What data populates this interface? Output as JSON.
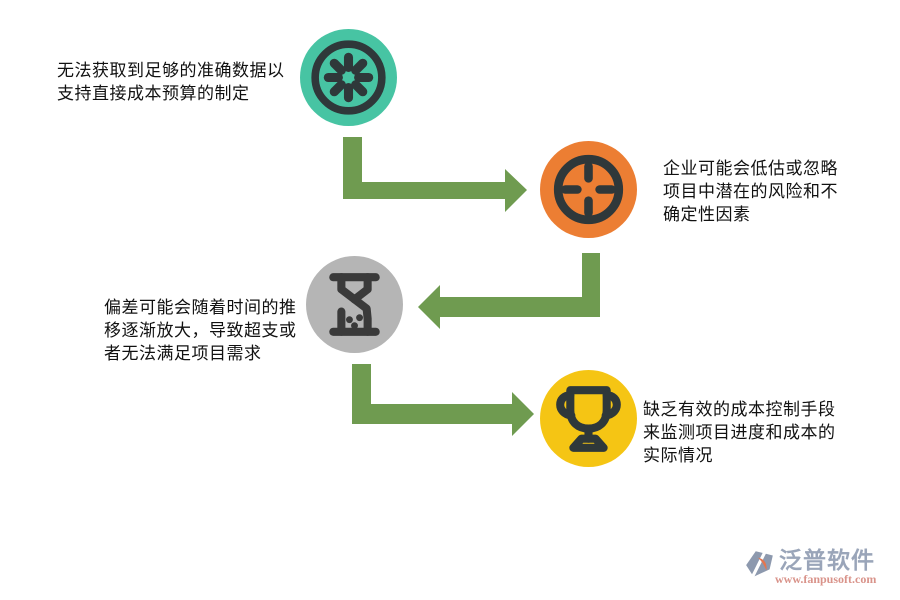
{
  "canvas": {
    "background": "#ffffff"
  },
  "steps": [
    {
      "icon": "kiwi-slice-icon",
      "circle_color": "#47c4a3",
      "icon_color": "#2f383a",
      "text": "无法获取到足够的准确数据以\n支持直接成本预算的制定",
      "text_side": "left"
    },
    {
      "icon": "target-icon",
      "circle_color": "#ec7e33",
      "icon_color": "#2f383a",
      "text": "企业可能会低估或忽略\n项目中潜在的风险和不\n确定性因素",
      "text_side": "right"
    },
    {
      "icon": "hourglass-icon",
      "circle_color": "#b5b5b5",
      "icon_color": "#3a3a3a",
      "text": "偏差可能会随着时间的推\n移逐渐放大，导致超支或\n者无法满足项目需求",
      "text_side": "left"
    },
    {
      "icon": "trophy-icon",
      "circle_color": "#f5c514",
      "icon_color": "#2f383a",
      "text": "缺乏有效的成本控制手段\n来监测项目进度和成本的\n实际情况",
      "text_side": "right"
    }
  ],
  "arrows": {
    "color": "#6f9b50"
  },
  "text_color": "#111111",
  "logo": {
    "name": "泛普软件",
    "url": "www.fanpusoft.com",
    "name_color": "#9aa5b9",
    "url_color": "#d9938a",
    "mark_body_color": "#8d99ae",
    "mark_swoosh_color": "#e4764f"
  }
}
